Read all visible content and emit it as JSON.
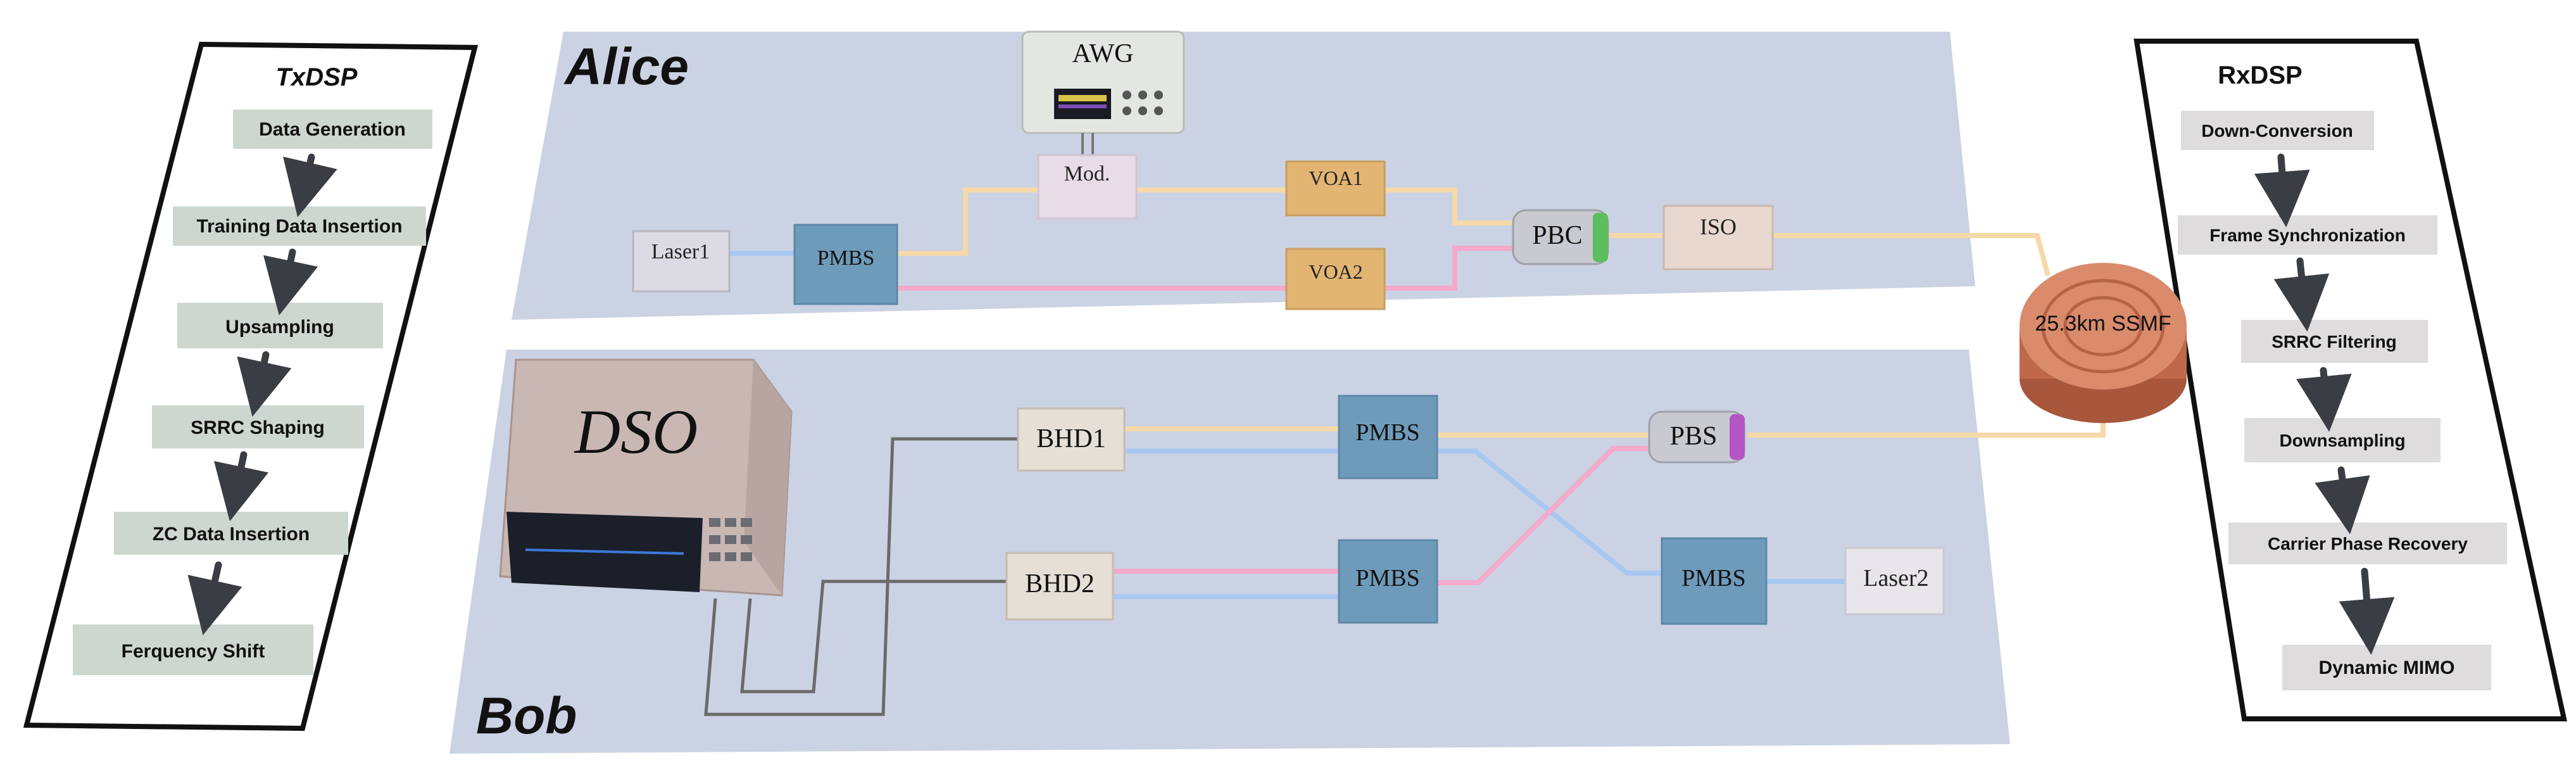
{
  "tx": {
    "title": "TxDSP",
    "steps": [
      "Data Generation",
      "Training Data Insertion",
      "Upsampling",
      "SRRC Shaping",
      "ZC Data Insertion",
      "Ferquency Shift"
    ]
  },
  "rx": {
    "title": "RxDSP",
    "steps": [
      "Down-Conversion",
      "Frame Synchronization",
      "SRRC Filtering",
      "Downsampling",
      "Carrier Phase Recovery",
      "Dynamic MIMO"
    ]
  },
  "alice": {
    "label": "Alice",
    "awg": "AWG",
    "laser": "Laser1",
    "pmbs": "PMBS",
    "mod": "Mod.",
    "voa1": "VOA1",
    "voa2": "VOA2",
    "pbc": "PBC",
    "iso": "ISO"
  },
  "fiber": {
    "label": "25.3km SSMF"
  },
  "bob": {
    "label": "Bob",
    "dso": "DSO",
    "bhd1": "BHD1",
    "bhd2": "BHD2",
    "pmbs1": "PMBS",
    "pmbs2": "PMBS",
    "pmbs3": "PMBS",
    "pbs": "PBS",
    "laser": "Laser2"
  },
  "colors": {
    "stage": "#c8d0e1",
    "box_blue": "#6f9bbb",
    "box_orange": "#e2b573",
    "step_fill": "#cdd7cf",
    "rx_step_fill": "#dedcdc",
    "fiber": "#c97a5c",
    "line_orange": "#f5d9a8",
    "line_pink": "#f4a9cd",
    "line_blue": "#a8c8f2",
    "cable": "#6a6a6a"
  }
}
